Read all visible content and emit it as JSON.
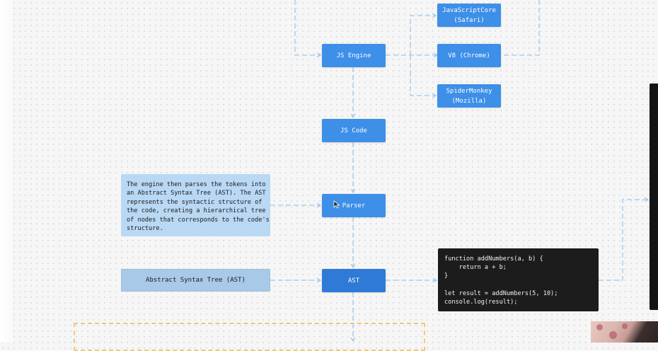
{
  "nodes": {
    "jsc": [
      "JavaScriptCore",
      "(Safari)"
    ],
    "v8": "V8 (Chrome)",
    "spidermonkey": [
      "SpiderMonkey",
      "(Mozilla)"
    ],
    "js_engine": "JS Engine",
    "js_code": "JS Code",
    "parser": "Parser",
    "ast": "AST"
  },
  "note_text": "The engine then parses the tokens into\nan Abstract Syntax Tree (AST). The AST\nrepresents the syntactic structure of\nthe code, creating a hierarchical tree\nof nodes that corresponds to the code's\nstructure.",
  "ast_label": "Abstract Syntax Tree (AST)",
  "code_snippet": "function addNumbers(a, b) {\n    return a + b;\n}\n\nlet result = addNumbers(5, 10);\nconsole.log(result);",
  "colors": {
    "node": "#3d8fe8",
    "note": "#b9d8f4",
    "connector": "#9ec8ee",
    "code_bg": "#1c1c1c",
    "dashed_box": "#f0c778"
  }
}
